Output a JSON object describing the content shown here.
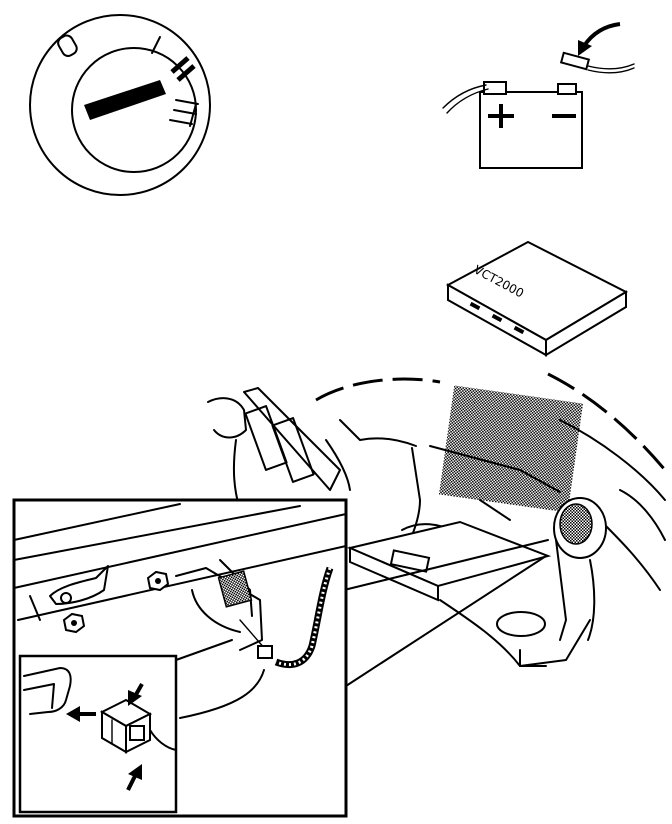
{
  "diagram": {
    "ignition_positions": [
      "0",
      "I",
      "II",
      "III"
    ],
    "battery": {
      "positive_symbol": "+",
      "negative_symbol": "−"
    },
    "module_label": "VCT2000",
    "connector_arrows": [
      "release-tab-top",
      "release-tab-bottom",
      "pull-direction"
    ],
    "colors": {
      "line": "#000000",
      "background": "#ffffff",
      "dither": "#7a7a7a"
    }
  }
}
